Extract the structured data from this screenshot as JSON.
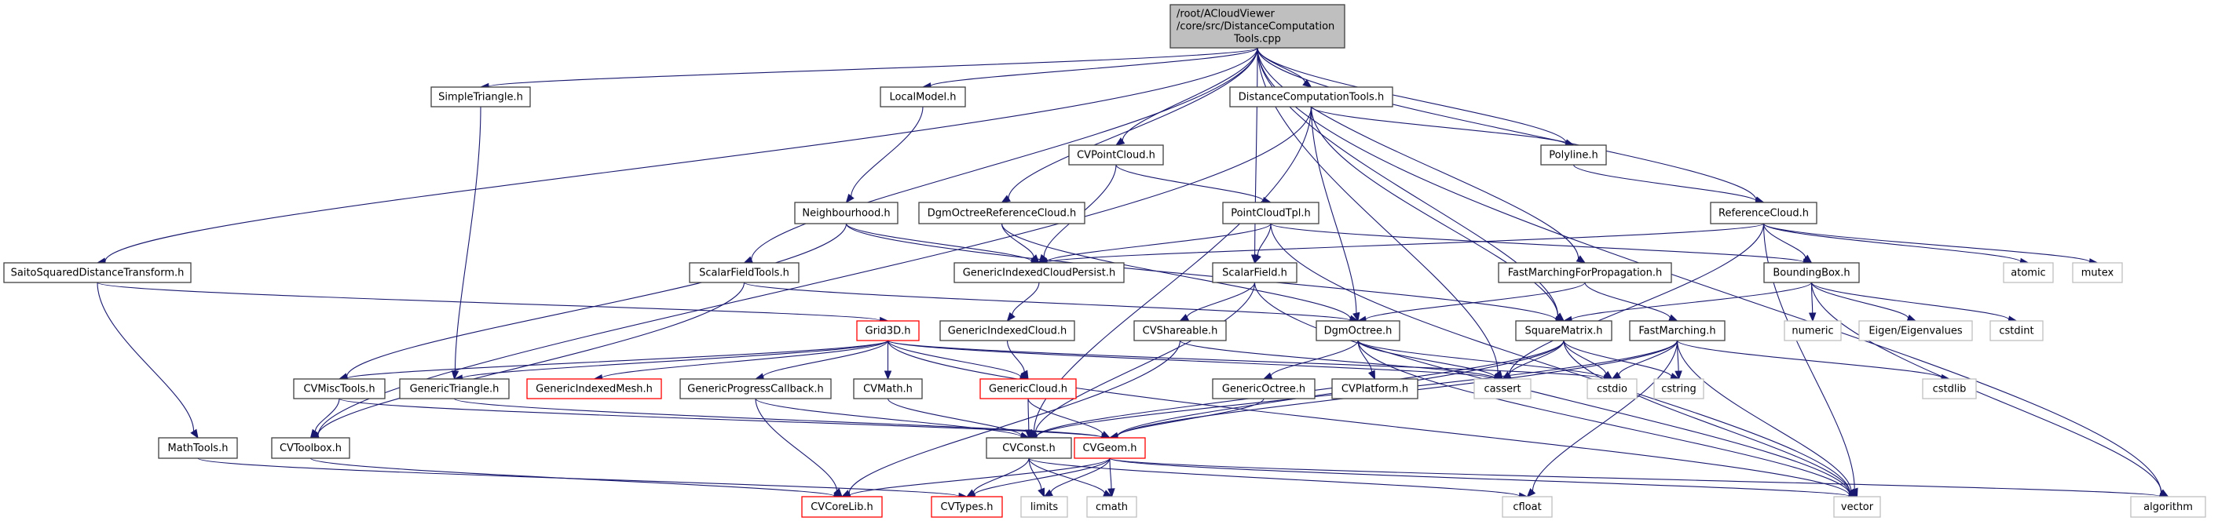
{
  "graph": {
    "type": "include-dependency-graph",
    "colors": {
      "edge": "#191970",
      "root_fill": "#bfbfbf",
      "normal_stroke": "#404040",
      "truncated_stroke": "#ff0000",
      "external_stroke": "#bfbfbf",
      "fill": "#ffffff"
    },
    "nodes": [
      {
        "id": "root",
        "lines": [
          "/root/ACloudViewer",
          "/core/src/DistanceComputation",
          "Tools.cpp"
        ],
        "kind": "root"
      },
      {
        "id": "SimpleTriangle",
        "lines": [
          "SimpleTriangle.h"
        ],
        "kind": "normal"
      },
      {
        "id": "LocalModel",
        "lines": [
          "LocalModel.h"
        ],
        "kind": "normal"
      },
      {
        "id": "DistanceComputationTools",
        "lines": [
          "DistanceComputationTools.h"
        ],
        "kind": "normal"
      },
      {
        "id": "CVPointCloud",
        "lines": [
          "CVPointCloud.h"
        ],
        "kind": "normal"
      },
      {
        "id": "Polyline",
        "lines": [
          "Polyline.h"
        ],
        "kind": "normal"
      },
      {
        "id": "Neighbourhood",
        "lines": [
          "Neighbourhood.h"
        ],
        "kind": "normal"
      },
      {
        "id": "DgmOctreeReferenceCloud",
        "lines": [
          "DgmOctreeReferenceCloud.h"
        ],
        "kind": "normal"
      },
      {
        "id": "PointCloudTpl",
        "lines": [
          "PointCloudTpl.h"
        ],
        "kind": "normal"
      },
      {
        "id": "ReferenceCloud",
        "lines": [
          "ReferenceCloud.h"
        ],
        "kind": "normal"
      },
      {
        "id": "SaitoSquaredDistanceTransform",
        "lines": [
          "SaitoSquaredDistanceTransform.h"
        ],
        "kind": "normal"
      },
      {
        "id": "ScalarFieldTools",
        "lines": [
          "ScalarFieldTools.h"
        ],
        "kind": "normal"
      },
      {
        "id": "GenericIndexedCloudPersist",
        "lines": [
          "GenericIndexedCloudPersist.h"
        ],
        "kind": "normal"
      },
      {
        "id": "ScalarField",
        "lines": [
          "ScalarField.h"
        ],
        "kind": "normal"
      },
      {
        "id": "FastMarchingForPropagation",
        "lines": [
          "FastMarchingForPropagation.h"
        ],
        "kind": "normal"
      },
      {
        "id": "BoundingBox",
        "lines": [
          "BoundingBox.h"
        ],
        "kind": "normal"
      },
      {
        "id": "atomic",
        "lines": [
          "atomic"
        ],
        "kind": "external"
      },
      {
        "id": "mutex",
        "lines": [
          "mutex"
        ],
        "kind": "external"
      },
      {
        "id": "Grid3D",
        "lines": [
          "Grid3D.h"
        ],
        "kind": "truncated"
      },
      {
        "id": "GenericIndexedCloud",
        "lines": [
          "GenericIndexedCloud.h"
        ],
        "kind": "normal"
      },
      {
        "id": "CVShareable",
        "lines": [
          "CVShareable.h"
        ],
        "kind": "normal"
      },
      {
        "id": "DgmOctree",
        "lines": [
          "DgmOctree.h"
        ],
        "kind": "normal"
      },
      {
        "id": "SquareMatrix",
        "lines": [
          "SquareMatrix.h"
        ],
        "kind": "normal"
      },
      {
        "id": "FastMarching",
        "lines": [
          "FastMarching.h"
        ],
        "kind": "normal"
      },
      {
        "id": "numeric",
        "lines": [
          "numeric"
        ],
        "kind": "external"
      },
      {
        "id": "EigenEigenvalues",
        "lines": [
          "Eigen/Eigenvalues"
        ],
        "kind": "external"
      },
      {
        "id": "cstdint",
        "lines": [
          "cstdint"
        ],
        "kind": "external"
      },
      {
        "id": "CVMiscTools",
        "lines": [
          "CVMiscTools.h"
        ],
        "kind": "normal"
      },
      {
        "id": "GenericTriangle",
        "lines": [
          "GenericTriangle.h"
        ],
        "kind": "normal"
      },
      {
        "id": "GenericIndexedMesh",
        "lines": [
          "GenericIndexedMesh.h"
        ],
        "kind": "truncated"
      },
      {
        "id": "GenericProgressCallback",
        "lines": [
          "GenericProgressCallback.h"
        ],
        "kind": "normal"
      },
      {
        "id": "CVMath",
        "lines": [
          "CVMath.h"
        ],
        "kind": "normal"
      },
      {
        "id": "GenericCloud",
        "lines": [
          "GenericCloud.h"
        ],
        "kind": "truncated"
      },
      {
        "id": "GenericOctree",
        "lines": [
          "GenericOctree.h"
        ],
        "kind": "normal"
      },
      {
        "id": "CVPlatform",
        "lines": [
          "CVPlatform.h"
        ],
        "kind": "normal"
      },
      {
        "id": "cassert",
        "lines": [
          "cassert"
        ],
        "kind": "external"
      },
      {
        "id": "cstdio",
        "lines": [
          "cstdio"
        ],
        "kind": "external"
      },
      {
        "id": "cstring",
        "lines": [
          "cstring"
        ],
        "kind": "external"
      },
      {
        "id": "cstdlib",
        "lines": [
          "cstdlib"
        ],
        "kind": "external"
      },
      {
        "id": "MathTools",
        "lines": [
          "MathTools.h"
        ],
        "kind": "normal"
      },
      {
        "id": "CVToolbox",
        "lines": [
          "CVToolbox.h"
        ],
        "kind": "normal"
      },
      {
        "id": "CVConst",
        "lines": [
          "CVConst.h"
        ],
        "kind": "normal"
      },
      {
        "id": "CVGeom",
        "lines": [
          "CVGeom.h"
        ],
        "kind": "truncated"
      },
      {
        "id": "CVCoreLib",
        "lines": [
          "CVCoreLib.h"
        ],
        "kind": "truncated"
      },
      {
        "id": "CVTypes",
        "lines": [
          "CVTypes.h"
        ],
        "kind": "truncated"
      },
      {
        "id": "limits",
        "lines": [
          "limits"
        ],
        "kind": "external"
      },
      {
        "id": "cmath",
        "lines": [
          "cmath"
        ],
        "kind": "external"
      },
      {
        "id": "cfloat",
        "lines": [
          "cfloat"
        ],
        "kind": "external"
      },
      {
        "id": "vector",
        "lines": [
          "vector"
        ],
        "kind": "external"
      },
      {
        "id": "algorithm",
        "lines": [
          "algorithm"
        ],
        "kind": "external"
      }
    ],
    "edges": [
      [
        "root",
        "SimpleTriangle"
      ],
      [
        "root",
        "LocalModel"
      ],
      [
        "root",
        "DistanceComputationTools"
      ],
      [
        "root",
        "CVPointCloud"
      ],
      [
        "root",
        "Polyline"
      ],
      [
        "root",
        "DgmOctreeReferenceCloud"
      ],
      [
        "root",
        "ReferenceCloud"
      ],
      [
        "root",
        "SaitoSquaredDistanceTransform"
      ],
      [
        "root",
        "ScalarFieldTools"
      ],
      [
        "root",
        "ScalarField"
      ],
      [
        "root",
        "FastMarchingForPropagation"
      ],
      [
        "root",
        "SquareMatrix"
      ],
      [
        "root",
        "cassert"
      ],
      [
        "root",
        "algorithm"
      ],
      [
        "SimpleTriangle",
        "GenericTriangle"
      ],
      [
        "LocalModel",
        "Neighbourhood"
      ],
      [
        "DistanceComputationTools",
        "CVToolbox"
      ],
      [
        "DistanceComputationTools",
        "Polyline"
      ],
      [
        "DistanceComputationTools",
        "CVConst"
      ],
      [
        "DistanceComputationTools",
        "DgmOctree"
      ],
      [
        "DistanceComputationTools",
        "SquareMatrix"
      ],
      [
        "CVPointCloud",
        "PointCloudTpl"
      ],
      [
        "CVPointCloud",
        "GenericIndexedCloudPersist"
      ],
      [
        "Polyline",
        "ReferenceCloud"
      ],
      [
        "Neighbourhood",
        "GenericIndexedCloudPersist"
      ],
      [
        "Neighbourhood",
        "CVMiscTools"
      ],
      [
        "Neighbourhood",
        "SquareMatrix"
      ],
      [
        "DgmOctreeReferenceCloud",
        "GenericIndexedCloudPersist"
      ],
      [
        "DgmOctreeReferenceCloud",
        "DgmOctree"
      ],
      [
        "PointCloudTpl",
        "GenericIndexedCloudPersist"
      ],
      [
        "PointCloudTpl",
        "ScalarField"
      ],
      [
        "PointCloudTpl",
        "BoundingBox"
      ],
      [
        "PointCloudTpl",
        "vector"
      ],
      [
        "ReferenceCloud",
        "GenericIndexedCloudPersist"
      ],
      [
        "ReferenceCloud",
        "BoundingBox"
      ],
      [
        "ReferenceCloud",
        "atomic"
      ],
      [
        "ReferenceCloud",
        "mutex"
      ],
      [
        "ReferenceCloud",
        "cassert"
      ],
      [
        "ReferenceCloud",
        "vector"
      ],
      [
        "SaitoSquaredDistanceTransform",
        "Grid3D"
      ],
      [
        "SaitoSquaredDistanceTransform",
        "MathTools"
      ],
      [
        "ScalarFieldTools",
        "DgmOctree"
      ],
      [
        "ScalarFieldTools",
        "CVToolbox"
      ],
      [
        "GenericIndexedCloudPersist",
        "GenericIndexedCloud"
      ],
      [
        "ScalarField",
        "CVShareable"
      ],
      [
        "ScalarField",
        "CVConst"
      ],
      [
        "ScalarField",
        "vector"
      ],
      [
        "FastMarchingForPropagation",
        "DgmOctree"
      ],
      [
        "FastMarchingForPropagation",
        "FastMarching"
      ],
      [
        "BoundingBox",
        "SquareMatrix"
      ],
      [
        "BoundingBox",
        "numeric"
      ],
      [
        "BoundingBox",
        "EigenEigenvalues"
      ],
      [
        "BoundingBox",
        "cstdint"
      ],
      [
        "BoundingBox",
        "algorithm"
      ],
      [
        "Grid3D",
        "CVMiscTools"
      ],
      [
        "Grid3D",
        "GenericTriangle"
      ],
      [
        "Grid3D",
        "GenericIndexedMesh"
      ],
      [
        "Grid3D",
        "GenericProgressCallback"
      ],
      [
        "Grid3D",
        "CVMath"
      ],
      [
        "Grid3D",
        "GenericCloud"
      ],
      [
        "Grid3D",
        "cassert"
      ],
      [
        "Grid3D",
        "cstdio"
      ],
      [
        "Grid3D",
        "vector"
      ],
      [
        "GenericIndexedCloud",
        "GenericCloud"
      ],
      [
        "CVShareable",
        "CVCoreLib"
      ],
      [
        "CVShareable",
        "cassert"
      ],
      [
        "DgmOctree",
        "GenericOctree"
      ],
      [
        "DgmOctree",
        "CVPlatform"
      ],
      [
        "DgmOctree",
        "cassert"
      ],
      [
        "DgmOctree",
        "cstdio"
      ],
      [
        "DgmOctree",
        "vector"
      ],
      [
        "SquareMatrix",
        "CVGeom"
      ],
      [
        "SquareMatrix",
        "cassert"
      ],
      [
        "SquareMatrix",
        "cstdio"
      ],
      [
        "SquareMatrix",
        "cstring"
      ],
      [
        "SquareMatrix",
        "vector"
      ],
      [
        "SquareMatrix",
        "CVConst"
      ],
      [
        "FastMarching",
        "CVConst"
      ],
      [
        "FastMarching",
        "CVGeom"
      ],
      [
        "FastMarching",
        "cstdio"
      ],
      [
        "FastMarching",
        "cstring"
      ],
      [
        "FastMarching",
        "cstdlib"
      ],
      [
        "FastMarching",
        "cfloat"
      ],
      [
        "FastMarching",
        "vector"
      ],
      [
        "CVMiscTools",
        "CVToolbox"
      ],
      [
        "CVMiscTools",
        "CVGeom"
      ],
      [
        "GenericTriangle",
        "CVGeom"
      ],
      [
        "GenericProgressCallback",
        "CVCoreLib"
      ],
      [
        "GenericProgressCallback",
        "CVConst"
      ],
      [
        "CVMath",
        "CVConst"
      ],
      [
        "GenericCloud",
        "CVConst"
      ],
      [
        "GenericCloud",
        "CVGeom"
      ],
      [
        "GenericOctree",
        "CVGeom"
      ],
      [
        "MathTools",
        "CVTypes"
      ],
      [
        "CVToolbox",
        "CVCoreLib"
      ],
      [
        "CVConst",
        "CVTypes"
      ],
      [
        "CVConst",
        "limits"
      ],
      [
        "CVConst",
        "cmath"
      ],
      [
        "CVConst",
        "cfloat"
      ],
      [
        "CVGeom",
        "CVCoreLib"
      ],
      [
        "CVGeom",
        "CVTypes"
      ],
      [
        "CVGeom",
        "limits"
      ],
      [
        "CVGeom",
        "cmath"
      ],
      [
        "CVGeom",
        "vector"
      ],
      [
        "CVGeom",
        "algorithm"
      ]
    ]
  }
}
